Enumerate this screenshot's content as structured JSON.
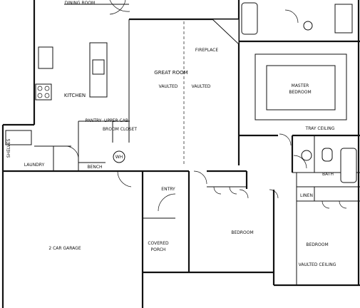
{
  "rooms": {
    "dining_room": "DINING ROOM",
    "great_room": "GREAT ROOM",
    "kitchen": "KITCHEN",
    "master_bedroom_line1": "MASTER",
    "master_bedroom_line2": "BEDROOM",
    "tray_ceiling": "TRAY CEILING",
    "fireplace": "FIREPLACE",
    "vaulted_left": "VAULTED",
    "vaulted_right": "VAULTED",
    "pantry": "PANTRY",
    "upper_cab": "UPPER CAB",
    "broom_closet": "BROOM CLOSET",
    "laundry": "LAUNDRY",
    "bench": "BENCH",
    "water_heater": "WH",
    "bath": "BATH",
    "entry": "ENTRY",
    "linen": "LINEN",
    "garage": "2 CAR GARAGE",
    "covered_porch_line1": "COVERED",
    "covered_porch_line2": "PORCH",
    "bedroom_center": "BEDROOM",
    "bedroom_right": "BEDROOM",
    "vaulted_ceiling": "VAULTED CEILING",
    "shelves": "SHELVES"
  }
}
